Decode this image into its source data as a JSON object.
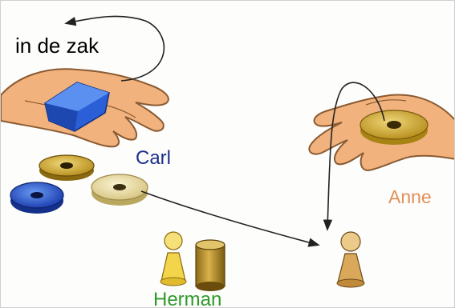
{
  "labels": {
    "bag": "in de zak",
    "carl": "Carl",
    "anne": "Anne",
    "herman": "Herman"
  },
  "colors": {
    "bag": "#000000",
    "carl": "#1c2f8c",
    "anne": "#e0915a",
    "herman": "#2e9a2c",
    "skin": "#f1b27d",
    "skin_outline": "#8a5a32",
    "blue_token": "#2a5fd8",
    "gold_token": "#d9b43a",
    "cream_token": "#efe3a8",
    "arrow": "#222222"
  },
  "icons": [
    "left-hand-icon",
    "right-hand-icon",
    "blue-cube-icon",
    "coin-icon",
    "pawn-icon",
    "cylinder-icon",
    "arrow-icon"
  ]
}
